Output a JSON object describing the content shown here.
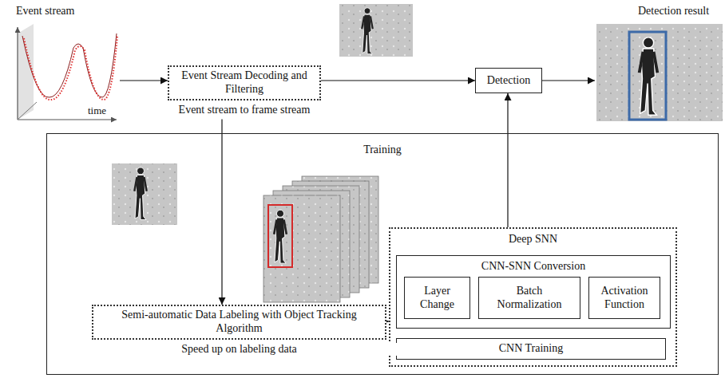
{
  "diagram": {
    "nodes": [
      {
        "text": [
          "Event stream"
        ]
      },
      {
        "text": [
          "Event Stream Decoding and Filtering",
          "Event stream to frame stream"
        ]
      },
      {
        "text": [
          "Detection"
        ]
      },
      {
        "text": [
          "Detection result"
        ]
      },
      {
        "text": [
          "Training"
        ]
      },
      {
        "text": [
          "Semi-automatic Data Labeling with Object Tracking Algorithm",
          "Speed up on labeling data"
        ],
        "in": 4
      },
      {
        "text": [
          "Deep SNN"
        ],
        "in": 4
      },
      {
        "text": [
          "CNN-SNN Conversion"
        ],
        "in": 6
      },
      {
        "text": [
          "Layer Change"
        ],
        "in": 7
      },
      {
        "text": [
          "Batch Normalization"
        ],
        "in": 7
      },
      {
        "text": [
          "Activation Function"
        ],
        "in": 7
      },
      {
        "text": [
          "CNN Training"
        ],
        "in": 6
      }
    ],
    "edges": [
      {
        "from": 0,
        "to": 1,
        "arrow": "to"
      },
      {
        "from": 1,
        "to": 2,
        "arrow": "to"
      },
      {
        "from": 2,
        "to": 3,
        "arrow": "to"
      },
      {
        "from": 1,
        "to": 5,
        "arrow": "to"
      },
      {
        "from": 5,
        "to": 6,
        "arrow": "to"
      },
      {
        "from": 6,
        "to": 2,
        "arrow": "to"
      }
    ],
    "labels": [
      "time"
    ]
  }
}
